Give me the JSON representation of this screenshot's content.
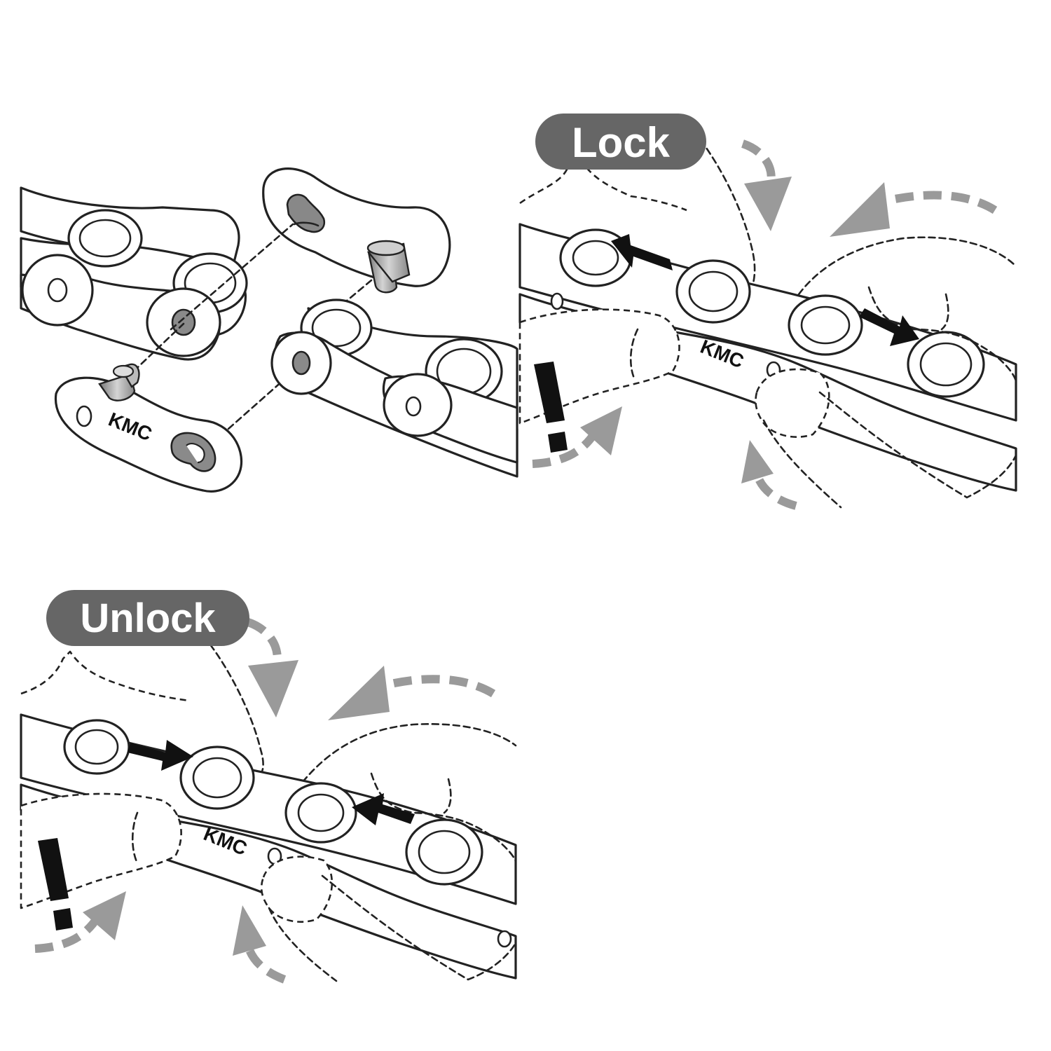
{
  "brand": "KMC",
  "panels": {
    "assembly": {
      "brand_label": "KMC"
    },
    "lock": {
      "badge": "Lock",
      "brand_label": "KMC",
      "warning": "!"
    },
    "unlock": {
      "badge": "Unlock",
      "brand_label": "KMC",
      "warning": "!"
    }
  },
  "colors": {
    "badge_background": "#666666",
    "badge_text": "#ffffff",
    "motion_arrows": "#9a9a9a",
    "force_arrows": "#111111",
    "pins": "#aaaaaa",
    "outline": "#222222"
  },
  "icons": [
    "motion-arrow-icon",
    "force-arrow-icon",
    "warning-icon",
    "connecting-pin-icon"
  ]
}
